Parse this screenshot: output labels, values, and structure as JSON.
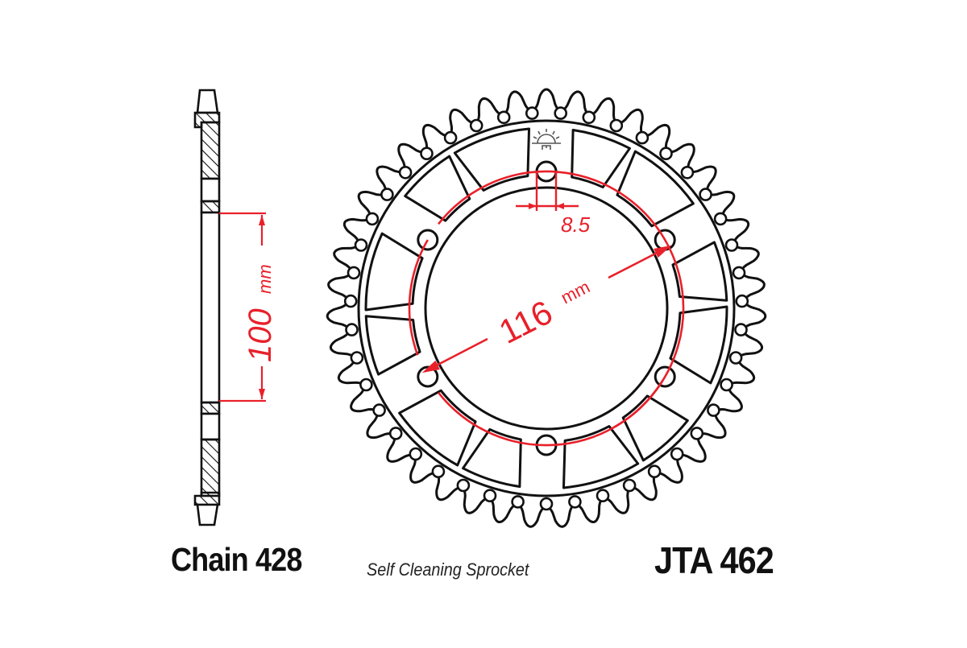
{
  "labels": {
    "chain": "Chain 428",
    "description": "Self Cleaning Sprocket",
    "part_number": "JTA 462"
  },
  "dimensions": {
    "bolt_hole_size": "8.5",
    "bolt_circle": "116",
    "bolt_circle_unit": "mm",
    "center_bore": "100",
    "center_bore_unit": "mm"
  },
  "sprocket": {
    "teeth": 43,
    "bolt_holes": 6,
    "lightening_windows": 12
  },
  "colors": {
    "outline": "#111111",
    "dimension": "#e8202a",
    "background": "#ffffff",
    "logo": "#555555"
  },
  "icons": {
    "logo": "sun-logo-icon"
  }
}
